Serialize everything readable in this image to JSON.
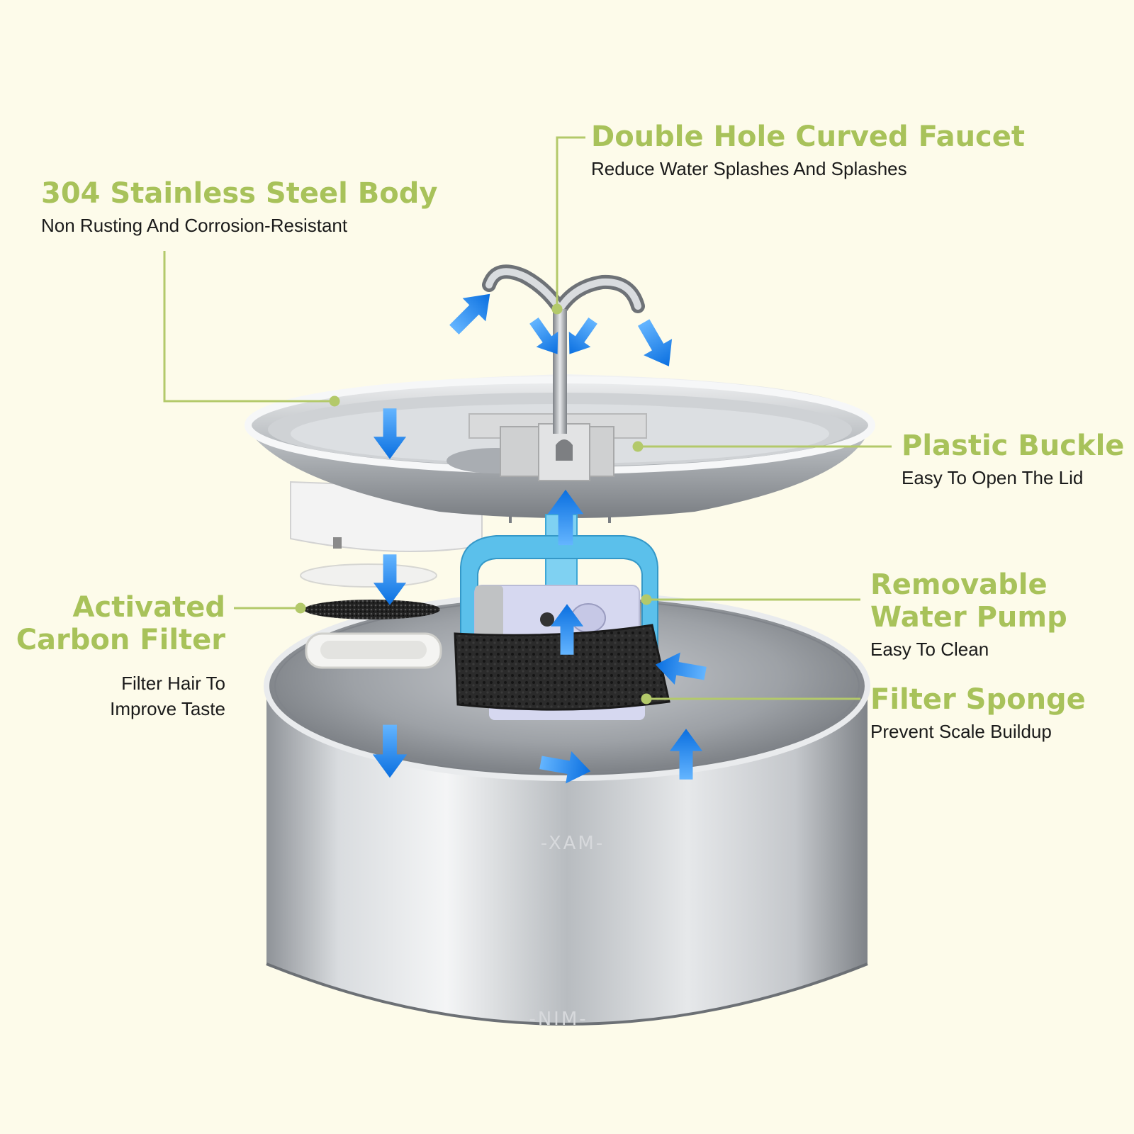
{
  "colors": {
    "background": "#fdfbea",
    "accent": "#a8c25a",
    "leader": "#b3c96a",
    "arrow": "#1e90ff",
    "pump": "#5bc0eb",
    "steel_light": "#eef0f2",
    "steel_dark": "#8d9196"
  },
  "callouts": {
    "faucet": {
      "title": "Double Hole Curved Faucet",
      "subtitle": "Reduce Water Splashes And Splashes"
    },
    "body": {
      "title": "304 Stainless Steel Body",
      "subtitle": "Non Rusting And Corrosion-Resistant"
    },
    "buckle": {
      "title": "Plastic Buckle",
      "subtitle": "Easy To Open The Lid"
    },
    "pump": {
      "title_line1": "Removable",
      "title_line2": "Water Pump",
      "subtitle": "Easy To Clean"
    },
    "sponge": {
      "title": "Filter Sponge",
      "subtitle": "Prevent Scale Buildup"
    },
    "carbon": {
      "title_line1": "Activated",
      "title_line2": "Carbon Filter",
      "subtitle_line1": "Filter Hair To",
      "subtitle_line2": "Improve Taste"
    }
  },
  "markings": {
    "max": "-XAM-",
    "min": "-NIM-"
  },
  "icons": [
    "flow-arrow-icon"
  ]
}
